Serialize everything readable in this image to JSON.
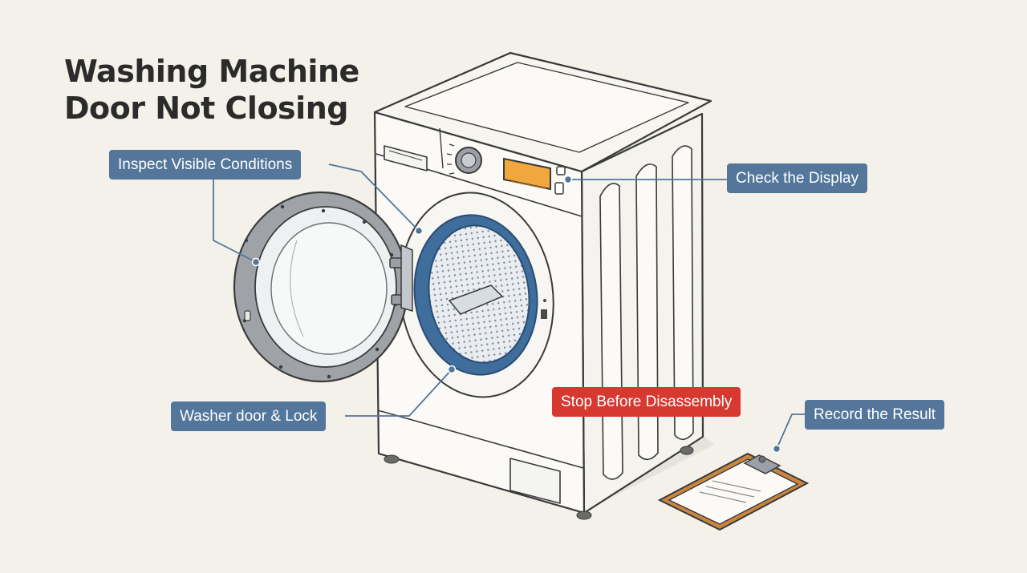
{
  "title": {
    "line1": "Washing Machine",
    "line2": "Door Not Closing"
  },
  "labels": {
    "inspect": "Inspect Visible Conditions",
    "display": "Check the Display",
    "door_lock": "Washer door & Lock",
    "stop": "Stop Before Disassembly",
    "record": "Record the Result"
  },
  "colors": {
    "label_blue": "#53769a",
    "label_red": "#d7382f",
    "display_orange": "#f0a83e",
    "gasket_blue": "#3f6d9c",
    "background": "#f3f1e9"
  }
}
